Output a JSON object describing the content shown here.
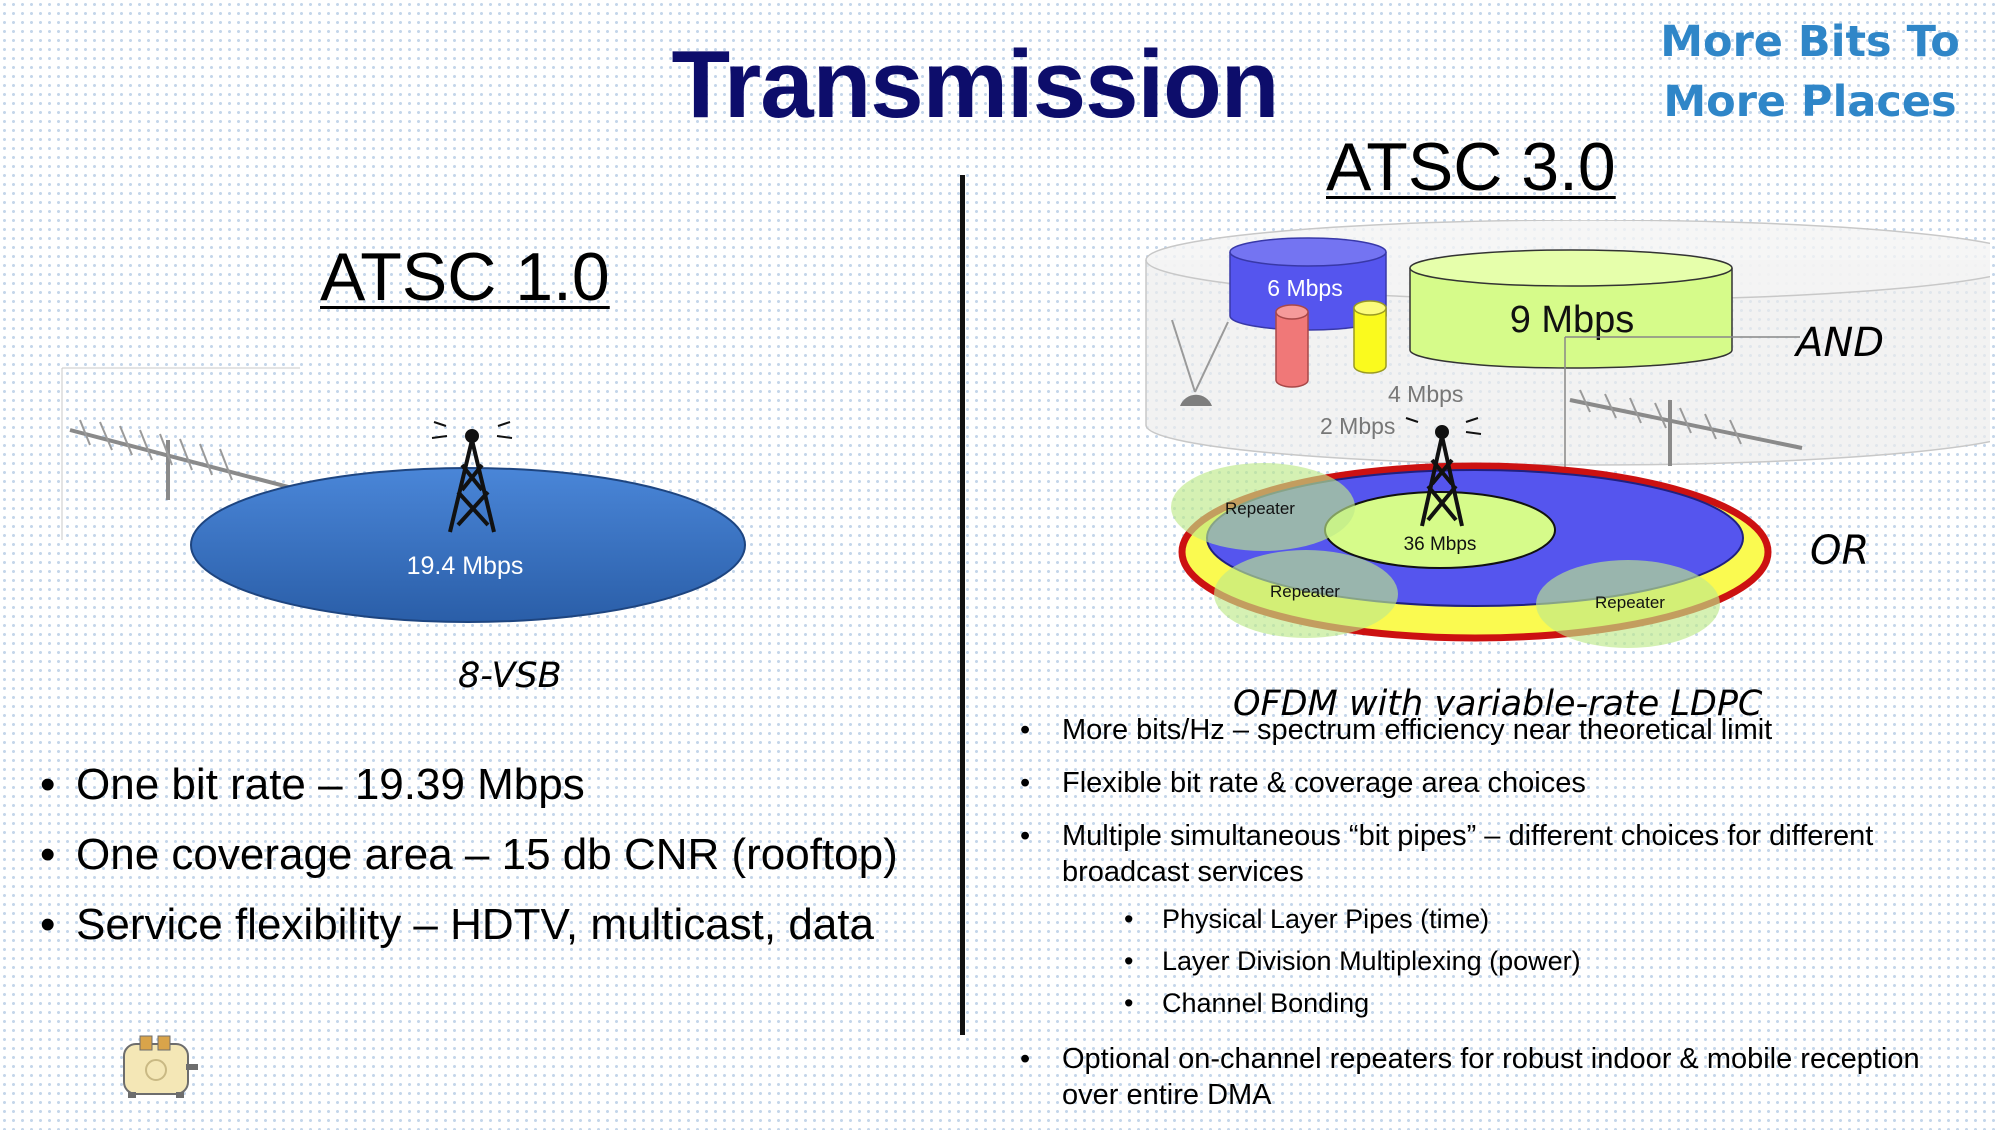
{
  "slide": {
    "title": "Transmission",
    "tagline": [
      "More Bits To",
      "More Places"
    ]
  },
  "atsc1": {
    "heading": "ATSC 1.0",
    "rate_label": "19.4 Mbps",
    "modulation": "8-VSB",
    "bullets": [
      "One bit rate – 19.39 Mbps",
      "One coverage area – 15 db CNR (rooftop)",
      "Service flexibility  – HDTV, multicast, data"
    ]
  },
  "atsc3": {
    "heading": "ATSC 3.0",
    "pipes": {
      "blue": "6 Mbps",
      "green": "9 Mbps",
      "yellow": "4 Mbps",
      "red": "2 Mbps"
    },
    "and_label": "AND",
    "or_label": "OR",
    "center_rate": "36 Mbps",
    "repeater_labels": [
      "Repeater",
      "Repeater",
      "Repeater"
    ],
    "modulation": "OFDM with variable-rate LDPC",
    "bullets": [
      "More bits/Hz – spectrum efficiency near theoretical limit",
      "Flexible bit rate & coverage area choices",
      "Multiple simultaneous “bit pipes” – different choices for different broadcast services",
      "Optional on-channel repeaters for robust indoor & mobile reception over entire DMA"
    ],
    "sub_bullets": [
      "Physical Layer Pipes (time)",
      "Layer Division Multiplexing (power)",
      "Channel Bonding"
    ]
  },
  "colors": {
    "title": "#0d0d6b",
    "tagline": "#2f86c8",
    "atsc1_coverage": "#3a72c4",
    "pipe_blue": "#5555ee",
    "pipe_green": "#d6fb8a",
    "pipe_red": "#f07878",
    "pipe_yellow": "#fafa1e",
    "outer_ring": "#cc1111",
    "repeater_zone": "#bfea8a"
  },
  "icons": [
    "antenna-icon",
    "broadcast-tower-icon",
    "indoor-antenna-icon",
    "toaster-icon"
  ]
}
